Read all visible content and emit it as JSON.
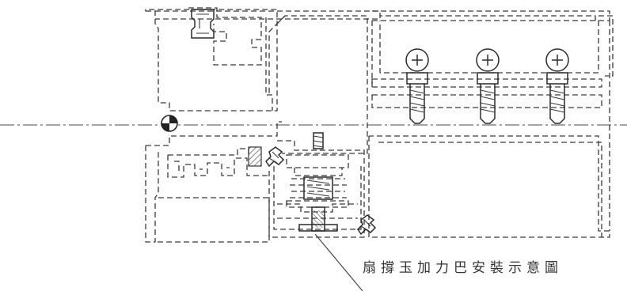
{
  "caption": "扇撐玉加力巴安裝示意圖",
  "colors": {
    "line": "#3a3a3a",
    "paper": "#ffffff",
    "hatch": "#555555"
  },
  "icons": [
    "center-of-gravity-symbol",
    "screw-head-icon",
    "hatched-block"
  ]
}
